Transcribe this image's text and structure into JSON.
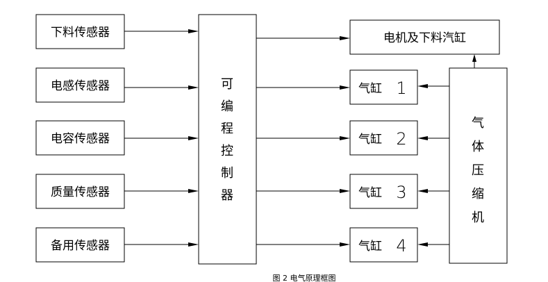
{
  "sensors": [
    {
      "label": "下料传感器"
    },
    {
      "label": "电感传感器"
    },
    {
      "label": "电容传感器"
    },
    {
      "label": "质量传感器"
    },
    {
      "label": "备用传感器"
    }
  ],
  "controller": {
    "chars": [
      "可",
      "编",
      "程",
      "控",
      "制",
      "器"
    ]
  },
  "motor": {
    "label": "电机及下料汽缸"
  },
  "cylinders": [
    {
      "label": "气缸",
      "number": "1"
    },
    {
      "label": "气缸",
      "number": "2"
    },
    {
      "label": "气缸",
      "number": "3"
    },
    {
      "label": "气缸",
      "number": "4"
    }
  ],
  "compressor": {
    "chars": [
      "气",
      "体",
      "压",
      "缩",
      "机"
    ]
  },
  "caption": "图 2  电气原理框图"
}
